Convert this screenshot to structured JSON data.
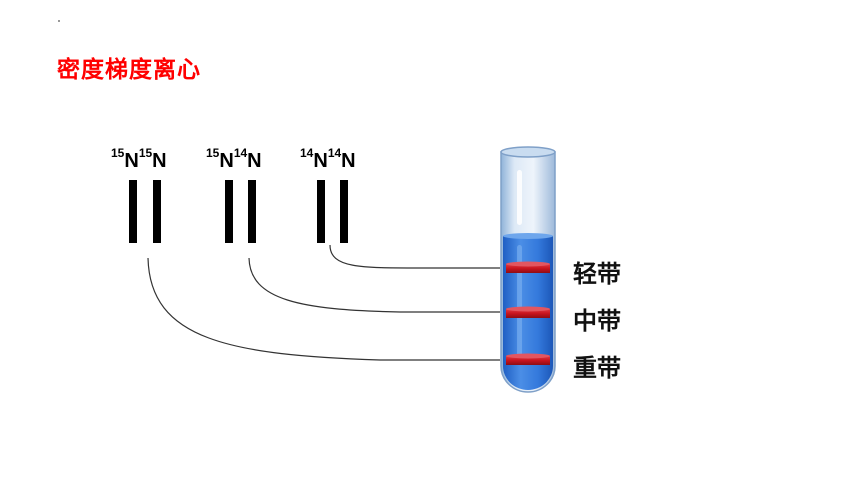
{
  "title": "密度梯度离心",
  "molecules": [
    {
      "sup1": "15",
      "n1": "N",
      "sup2": "15",
      "n2": "N"
    },
    {
      "sup1": "15",
      "n1": "N",
      "sup2": "14",
      "n2": "N"
    },
    {
      "sup1": "14",
      "n1": "N",
      "sup2": "14",
      "n2": "N"
    }
  ],
  "bands": {
    "light": "轻带",
    "middle": "中带",
    "heavy": "重带"
  },
  "colors": {
    "title": "#ff0000",
    "liquid": "#2f74d9",
    "band": "#c8141e"
  }
}
